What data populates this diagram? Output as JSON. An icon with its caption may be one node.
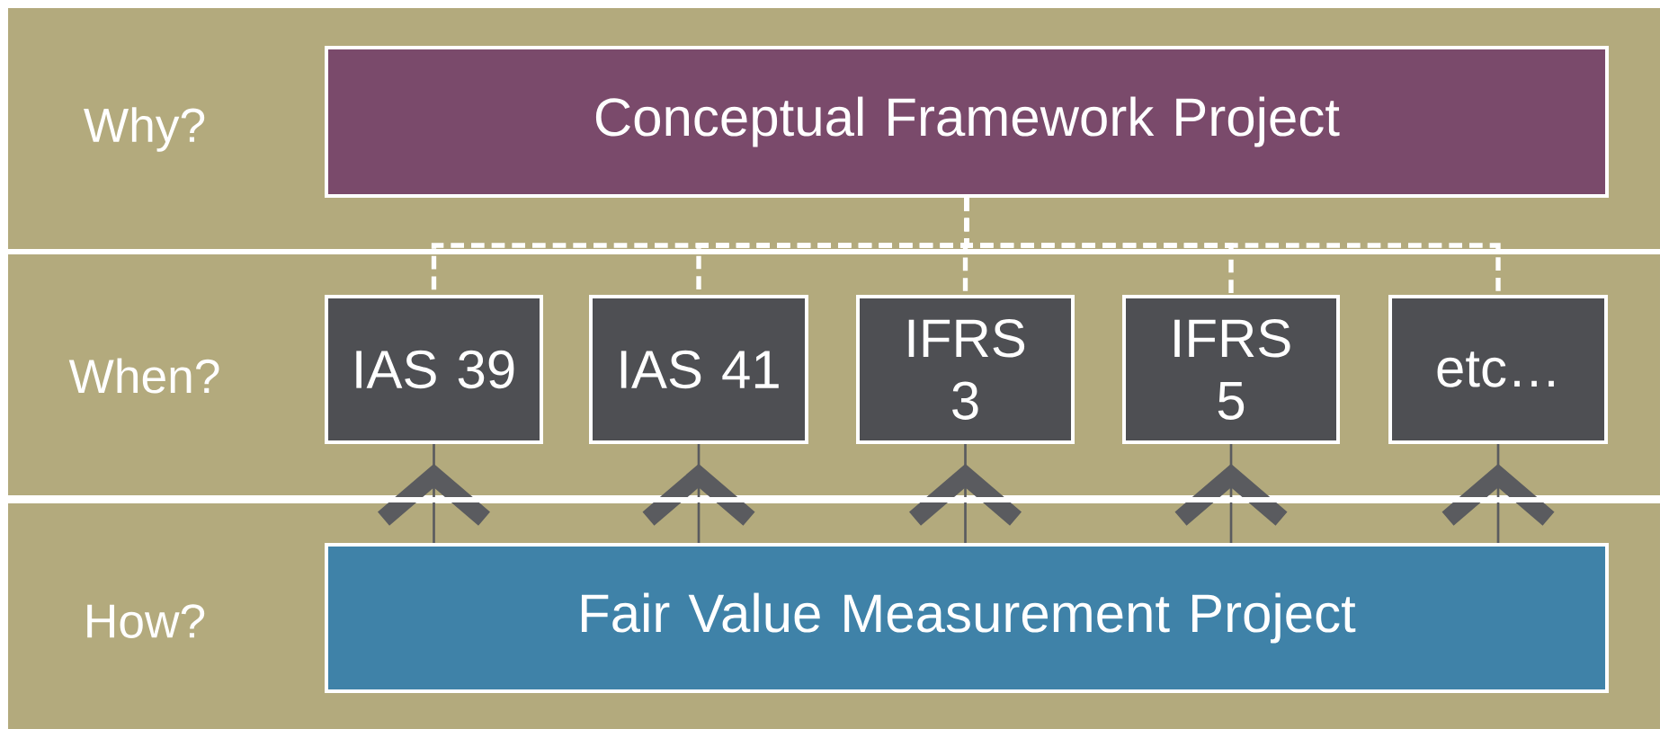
{
  "diagram": {
    "nodes": [
      {
        "text": [
          "Why?"
        ]
      },
      {
        "text": [
          "Conceptual Framework Project"
        ],
        "in": 0
      },
      {
        "text": [
          "When?"
        ]
      },
      {
        "text": [
          "IAS 39"
        ],
        "in": 2
      },
      {
        "text": [
          "IAS 41"
        ],
        "in": 2
      },
      {
        "text": [
          "IFRS 3"
        ],
        "in": 2
      },
      {
        "text": [
          "IFRS 5"
        ],
        "in": 2
      },
      {
        "text": [
          "etc…"
        ],
        "in": 2
      },
      {
        "text": [
          "How?"
        ]
      },
      {
        "text": [
          "Fair Value Measurement Project"
        ],
        "in": 8
      }
    ],
    "edges": [
      {
        "from": 1,
        "to": 3,
        "arrow": "none",
        "style": "dashed",
        "color": "#ffffff"
      },
      {
        "from": 1,
        "to": 4,
        "arrow": "none",
        "style": "dashed",
        "color": "#ffffff"
      },
      {
        "from": 1,
        "to": 5,
        "arrow": "none",
        "style": "dashed",
        "color": "#ffffff"
      },
      {
        "from": 1,
        "to": 6,
        "arrow": "none",
        "style": "dashed",
        "color": "#ffffff"
      },
      {
        "from": 1,
        "to": 7,
        "arrow": "none",
        "style": "dashed",
        "color": "#ffffff"
      },
      {
        "from": 9,
        "to": 3,
        "arrow": "to",
        "color": "#5a5b5f"
      },
      {
        "from": 9,
        "to": 4,
        "arrow": "to",
        "color": "#5a5b5f"
      },
      {
        "from": 9,
        "to": 5,
        "arrow": "to",
        "color": "#5a5b5f"
      },
      {
        "from": 9,
        "to": 6,
        "arrow": "to",
        "color": "#5a5b5f"
      },
      {
        "from": 9,
        "to": 7,
        "arrow": "to",
        "color": "#5a5b5f"
      }
    ]
  }
}
